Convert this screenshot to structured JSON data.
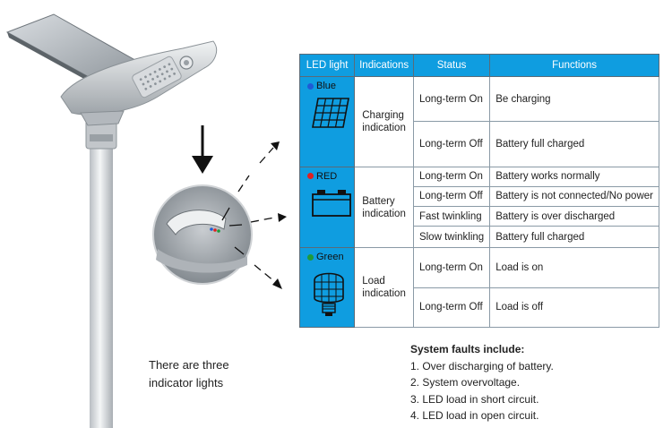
{
  "table": {
    "headers": [
      "LED light",
      "Indications",
      "Status",
      "Functions"
    ],
    "groups": [
      {
        "led": "Blue",
        "led_color": "#1e5bd6",
        "icon": "solar-panel-icon",
        "indication": "Charging indication",
        "rows": [
          {
            "status": "Long-term On",
            "function": "Be charging"
          },
          {
            "status": "Long-term Off",
            "function": "Battery full charged"
          }
        ]
      },
      {
        "led": "RED",
        "led_color": "#e02020",
        "icon": "battery-icon",
        "indication": "Battery indication",
        "rows": [
          {
            "status": "Long-term On",
            "function": "Battery works normally"
          },
          {
            "status": "Long-term Off",
            "function": "Battery is not connected/No power"
          },
          {
            "status": "Fast twinkling",
            "function": "Battery is over discharged"
          },
          {
            "status": "Slow twinkling",
            "function": "Battery full charged"
          }
        ]
      },
      {
        "led": "Green",
        "led_color": "#1f9a3a",
        "icon": "led-lamp-icon",
        "indication": "Load indication",
        "rows": [
          {
            "status": "Long-term On",
            "function": "Load is on"
          },
          {
            "status": "Long-term Off",
            "function": "Load is off"
          }
        ]
      }
    ]
  },
  "caption": {
    "line1": "There are three",
    "line2": "indicator lights"
  },
  "faults": {
    "title": "System faults include:",
    "items": [
      "1. Over discharging of battery.",
      "2. System overvoltage.",
      "3. LED load in short circuit.",
      "4. LED load in open circuit."
    ]
  },
  "colors": {
    "header_blue": "#0f9de0",
    "border": "#5a6b78"
  }
}
